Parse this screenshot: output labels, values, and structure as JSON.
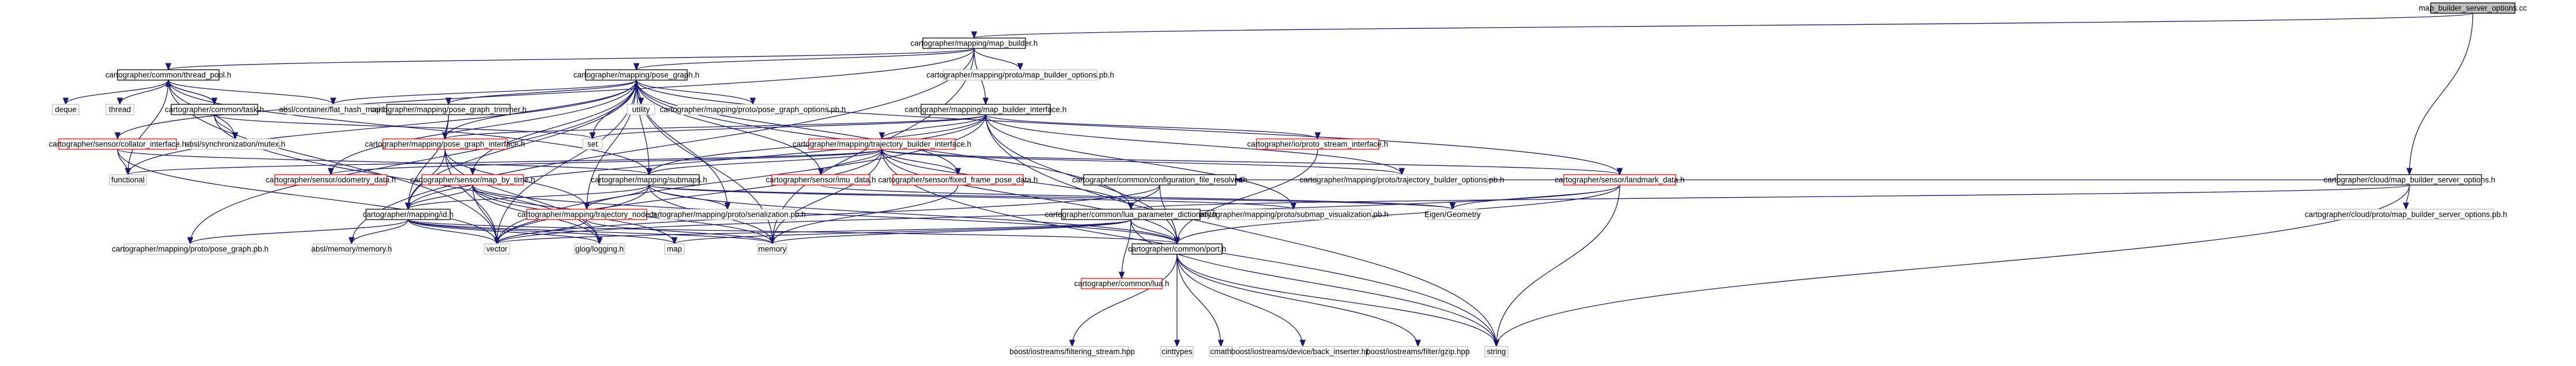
{
  "graph": {
    "colors": {
      "root_fill": "#bfbfbf",
      "node_fill": "#ffffff",
      "black_border": "#000000",
      "red_border": "#ff0000",
      "light_border": "#bfbfbf",
      "edge": "#191970",
      "text": "#000000"
    },
    "nodes": [
      {
        "id": "root",
        "label": "map_builder_server_options.cc",
        "style": "root"
      },
      {
        "id": "mb",
        "label": "cartographer/mapping/map_builder.h",
        "style": "black"
      },
      {
        "id": "cloud_opts",
        "label": "cartographer/cloud/map_builder_server_options.h",
        "style": "black"
      },
      {
        "id": "thread_pool",
        "label": "cartographer/common/thread_pool.h",
        "style": "black"
      },
      {
        "id": "pose_graph",
        "label": "cartographer/mapping/pose_graph.h",
        "style": "black"
      },
      {
        "id": "mb_opts_pb",
        "label": "cartographer/mapping/proto/map_builder_options.pb.h",
        "style": "light"
      },
      {
        "id": "deque",
        "label": "deque",
        "style": "light"
      },
      {
        "id": "thread",
        "label": "thread",
        "style": "light"
      },
      {
        "id": "task",
        "label": "cartographer/common/task.h",
        "style": "black"
      },
      {
        "id": "flat_hash_map",
        "label": "absl/container/flat_hash_map.h",
        "style": "light"
      },
      {
        "id": "pg_trimmer",
        "label": "cartographer/mapping/pose_graph_trimmer.h",
        "style": "black"
      },
      {
        "id": "utility",
        "label": "utility",
        "style": "light"
      },
      {
        "id": "pg_opts_pb",
        "label": "cartographer/mapping/proto/pose_graph_options.pb.h",
        "style": "light"
      },
      {
        "id": "mb_iface",
        "label": "cartographer/mapping/map_builder_interface.h",
        "style": "black"
      },
      {
        "id": "collator_iface",
        "label": "cartographer/sensor/collator_interface.h",
        "style": "red"
      },
      {
        "id": "mutex",
        "label": "absl/synchronization/mutex.h",
        "style": "light"
      },
      {
        "id": "set",
        "label": "set",
        "style": "light"
      },
      {
        "id": "pg_iface",
        "label": "cartographer/mapping/pose_graph_interface.h",
        "style": "red"
      },
      {
        "id": "tb_iface",
        "label": "cartographer/mapping/trajectory_builder_interface.h",
        "style": "red"
      },
      {
        "id": "proto_stream",
        "label": "cartographer/io/proto_stream_interface.h",
        "style": "red"
      },
      {
        "id": "functional",
        "label": "functional",
        "style": "light"
      },
      {
        "id": "odometry",
        "label": "cartographer/sensor/odometry_data.h",
        "style": "red"
      },
      {
        "id": "map_by_time",
        "label": "cartographer/sensor/map_by_time.h",
        "style": "red"
      },
      {
        "id": "submaps",
        "label": "cartographer/mapping/submaps.h",
        "style": "black"
      },
      {
        "id": "imu",
        "label": "cartographer/sensor/imu_data.h",
        "style": "red"
      },
      {
        "id": "fixed_frame",
        "label": "cartographer/sensor/fixed_frame_pose_data.h",
        "style": "red"
      },
      {
        "id": "config_resolver",
        "label": "cartographer/common/configuration_file_resolver.h",
        "style": "black"
      },
      {
        "id": "tb_opts_pb",
        "label": "cartographer/mapping/proto/trajectory_builder_options.pb.h",
        "style": "light"
      },
      {
        "id": "landmark",
        "label": "cartographer/sensor/landmark_data.h",
        "style": "red"
      },
      {
        "id": "cloud_opts_pb",
        "label": "cartographer/cloud/proto/map_builder_server_options.pb.h",
        "style": "light"
      },
      {
        "id": "id",
        "label": "cartographer/mapping/id.h",
        "style": "black"
      },
      {
        "id": "traj_node",
        "label": "cartographer/mapping/trajectory_node.h",
        "style": "red"
      },
      {
        "id": "serialization_pb",
        "label": "cartographer/mapping/proto/serialization.pb.h",
        "style": "light"
      },
      {
        "id": "submap_vis_pb",
        "label": "cartographer/mapping/proto/submap_visualization.pb.h",
        "style": "light"
      },
      {
        "id": "eigen_geometry",
        "label": "Eigen/Geometry",
        "style": "light"
      },
      {
        "id": "lua_dict",
        "label": "cartographer/common/lua_parameter_dictionary.h",
        "style": "black"
      },
      {
        "id": "pose_graph_pb",
        "label": "cartographer/mapping/proto/pose_graph.pb.h",
        "style": "light"
      },
      {
        "id": "absl_memory",
        "label": "absl/memory/memory.h",
        "style": "light"
      },
      {
        "id": "vector",
        "label": "vector",
        "style": "light"
      },
      {
        "id": "glog",
        "label": "glog/logging.h",
        "style": "light"
      },
      {
        "id": "map",
        "label": "map",
        "style": "light"
      },
      {
        "id": "memory",
        "label": "memory",
        "style": "light"
      },
      {
        "id": "lua",
        "label": "cartographer/common/lua.h",
        "style": "red"
      },
      {
        "id": "port",
        "label": "cartographer/common/port.h",
        "style": "black"
      },
      {
        "id": "filtering_stream",
        "label": "boost/iostreams/filtering_stream.hpp",
        "style": "light"
      },
      {
        "id": "cinttypes",
        "label": "cinttypes",
        "style": "light"
      },
      {
        "id": "cmath",
        "label": "cmath",
        "style": "light"
      },
      {
        "id": "back_inserter",
        "label": "boost/iostreams/device/back_inserter.hpp",
        "style": "light"
      },
      {
        "id": "gzip",
        "label": "boost/iostreams/filter/gzip.hpp",
        "style": "light"
      },
      {
        "id": "string",
        "label": "string",
        "style": "light"
      }
    ],
    "edges": [
      [
        "root",
        "mb"
      ],
      [
        "root",
        "cloud_opts"
      ],
      [
        "mb",
        "thread_pool"
      ],
      [
        "mb",
        "pose_graph"
      ],
      [
        "mb",
        "mb_opts_pb"
      ],
      [
        "mb",
        "mb_iface"
      ],
      [
        "mb",
        "collator_iface"
      ],
      [
        "mb",
        "absl_memory"
      ],
      [
        "mb",
        "memory"
      ],
      [
        "cloud_opts",
        "config_resolver"
      ],
      [
        "cloud_opts",
        "lua_dict"
      ],
      [
        "cloud_opts",
        "cloud_opts_pb"
      ],
      [
        "cloud_opts",
        "string"
      ],
      [
        "thread_pool",
        "deque"
      ],
      [
        "thread_pool",
        "thread"
      ],
      [
        "thread_pool",
        "task"
      ],
      [
        "thread_pool",
        "flat_hash_map"
      ],
      [
        "thread_pool",
        "mutex"
      ],
      [
        "thread_pool",
        "functional"
      ],
      [
        "thread_pool",
        "vector"
      ],
      [
        "thread_pool",
        "submaps"
      ],
      [
        "task",
        "set"
      ],
      [
        "task",
        "mutex"
      ],
      [
        "task",
        "glog"
      ],
      [
        "task",
        "thread_pool"
      ],
      [
        "pose_graph",
        "flat_hash_map"
      ],
      [
        "pose_graph",
        "pg_trimmer"
      ],
      [
        "pose_graph",
        "utility"
      ],
      [
        "pose_graph",
        "pg_opts_pb"
      ],
      [
        "pose_graph",
        "pg_iface"
      ],
      [
        "pose_graph",
        "set"
      ],
      [
        "pose_graph",
        "odometry"
      ],
      [
        "pose_graph",
        "map_by_time"
      ],
      [
        "pose_graph",
        "submaps"
      ],
      [
        "pose_graph",
        "imu"
      ],
      [
        "pose_graph",
        "fixed_frame"
      ],
      [
        "pose_graph",
        "landmark"
      ],
      [
        "pose_graph",
        "id"
      ],
      [
        "pose_graph",
        "traj_node"
      ],
      [
        "pose_graph",
        "serialization_pb"
      ],
      [
        "pose_graph",
        "lua_dict"
      ],
      [
        "pose_graph",
        "pose_graph_pb"
      ],
      [
        "pose_graph",
        "vector"
      ],
      [
        "pose_graph",
        "memory"
      ],
      [
        "pose_graph",
        "functional"
      ],
      [
        "pg_trimmer",
        "pg_iface"
      ],
      [
        "pg_trimmer",
        "id"
      ],
      [
        "pg_iface",
        "id"
      ],
      [
        "pg_iface",
        "vector"
      ],
      [
        "pg_iface",
        "glog"
      ],
      [
        "pg_iface",
        "traj_node"
      ],
      [
        "mb_iface",
        "set"
      ],
      [
        "mb_iface",
        "pg_iface"
      ],
      [
        "mb_iface",
        "tb_iface"
      ],
      [
        "mb_iface",
        "proto_stream"
      ],
      [
        "mb_iface",
        "submaps"
      ],
      [
        "mb_iface",
        "id"
      ],
      [
        "mb_iface",
        "port"
      ],
      [
        "mb_iface",
        "tb_opts_pb"
      ],
      [
        "mb_iface",
        "submap_vis_pb"
      ],
      [
        "mb_iface",
        "string"
      ],
      [
        "mb_iface",
        "vector"
      ],
      [
        "collator_iface",
        "functional"
      ],
      [
        "collator_iface",
        "vector"
      ],
      [
        "collator_iface",
        "submaps"
      ],
      [
        "tb_iface",
        "odometry"
      ],
      [
        "tb_iface",
        "submaps"
      ],
      [
        "tb_iface",
        "imu"
      ],
      [
        "tb_iface",
        "fixed_frame"
      ],
      [
        "tb_iface",
        "landmark"
      ],
      [
        "tb_iface",
        "port"
      ],
      [
        "tb_iface",
        "lua_dict"
      ],
      [
        "tb_iface",
        "tb_opts_pb"
      ],
      [
        "tb_iface",
        "functional"
      ],
      [
        "tb_iface",
        "memory"
      ],
      [
        "tb_iface",
        "string"
      ],
      [
        "tb_iface",
        "vector"
      ],
      [
        "proto_stream",
        "port"
      ],
      [
        "map_by_time",
        "id"
      ],
      [
        "map_by_time",
        "glog"
      ],
      [
        "map_by_time",
        "port"
      ],
      [
        "map_by_time",
        "map"
      ],
      [
        "map_by_time",
        "memory"
      ],
      [
        "map_by_time",
        "vector"
      ],
      [
        "submaps",
        "id"
      ],
      [
        "submaps",
        "traj_node"
      ],
      [
        "submaps",
        "serialization_pb"
      ],
      [
        "submaps",
        "submap_vis_pb"
      ],
      [
        "submaps",
        "eigen_geometry"
      ],
      [
        "submaps",
        "port"
      ],
      [
        "submaps",
        "memory"
      ],
      [
        "submaps",
        "vector"
      ],
      [
        "imu",
        "eigen_geometry"
      ],
      [
        "fixed_frame",
        "memory"
      ],
      [
        "config_resolver",
        "lua_dict"
      ],
      [
        "config_resolver",
        "port"
      ],
      [
        "config_resolver",
        "vector"
      ],
      [
        "landmark",
        "eigen_geometry"
      ],
      [
        "landmark",
        "port"
      ],
      [
        "landmark",
        "string"
      ],
      [
        "landmark",
        "vector"
      ],
      [
        "id",
        "pose_graph_pb"
      ],
      [
        "id",
        "absl_memory"
      ],
      [
        "id",
        "vector"
      ],
      [
        "id",
        "glog"
      ],
      [
        "id",
        "map"
      ],
      [
        "id",
        "memory"
      ],
      [
        "id",
        "port"
      ],
      [
        "traj_node",
        "memory"
      ],
      [
        "traj_node",
        "vector"
      ],
      [
        "lua_dict",
        "lua"
      ],
      [
        "lua_dict",
        "port"
      ],
      [
        "lua_dict",
        "memory"
      ],
      [
        "lua_dict",
        "string"
      ],
      [
        "lua_dict",
        "map"
      ],
      [
        "lua_dict",
        "vector"
      ],
      [
        "port",
        "filtering_stream"
      ],
      [
        "port",
        "cinttypes"
      ],
      [
        "port",
        "cmath"
      ],
      [
        "port",
        "back_inserter"
      ],
      [
        "port",
        "gzip"
      ],
      [
        "port",
        "string"
      ]
    ]
  }
}
